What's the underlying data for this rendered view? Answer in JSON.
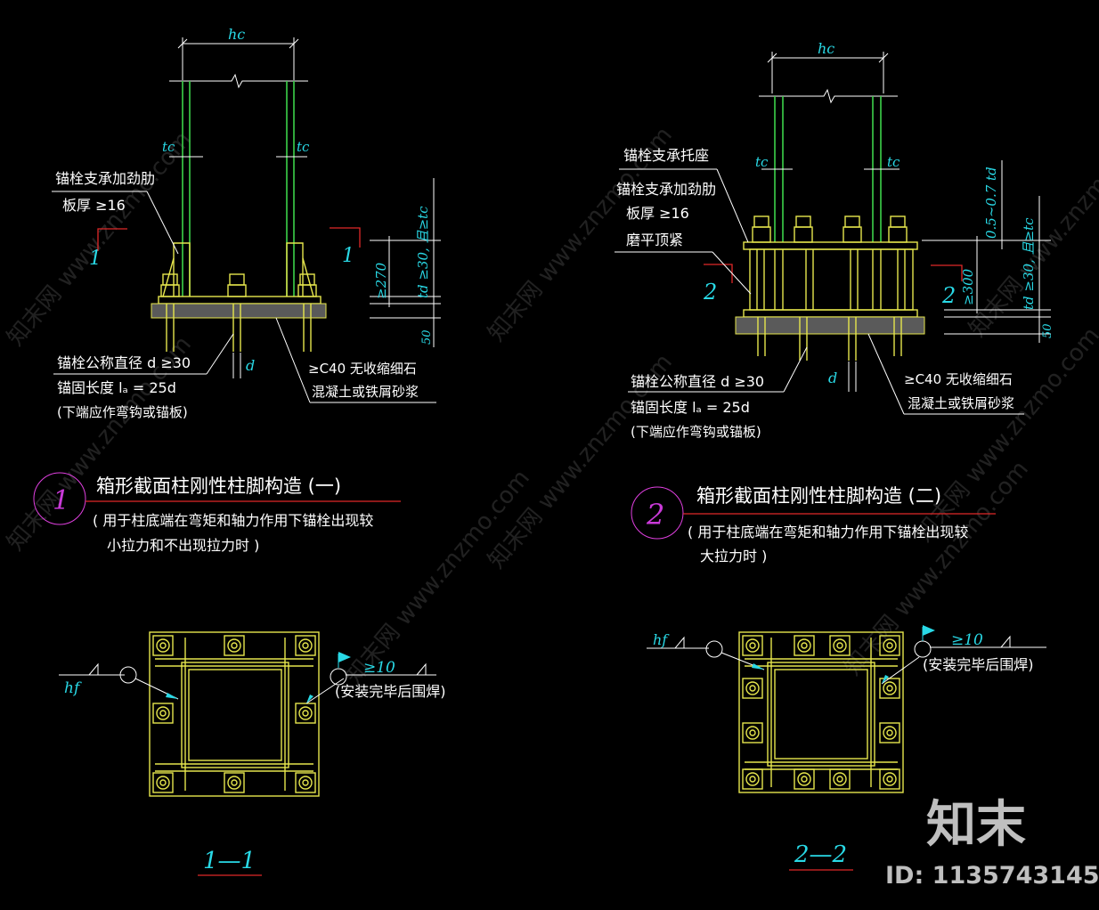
{
  "detail1": {
    "dim_hc": "hc",
    "dim_tc_left": "tc",
    "dim_tc_right": "tc",
    "stiffener_line1": "锚栓支承加劲肋",
    "stiffener_line2": "板厚 ≥16",
    "section_mark_left": "1",
    "section_mark_right": "1",
    "dim_270": "≥270",
    "dim_td": "td ≥30, 且≥tc",
    "dim_50": "50",
    "dim_d": "d",
    "bolt_line1": "锚栓公称直径 d ≥30",
    "bolt_line2": "锚固长度 lₐ = 25d",
    "bolt_line3": "(下端应作弯钩或锚板)",
    "grout_line1": "≥C40 无收缩细石",
    "grout_line2": "混凝土或铁屑砂浆",
    "number": "1",
    "title": "箱形截面柱刚性柱脚构造 (一)",
    "subtitle1": "( 用于柱底端在弯矩和轴力作用下锚栓出现较",
    "subtitle2": "小拉力和不出现拉力时 )"
  },
  "detail2": {
    "dim_hc": "hc",
    "dim_tc_left": "tc",
    "dim_tc_right": "tc",
    "seat_label": "锚栓支承托座",
    "stiffener_line1": "锚栓支承加劲肋",
    "stiffener_line2": "板厚 ≥16",
    "stiffener_line3": "磨平顶紧",
    "section_mark_left": "2",
    "section_mark_right": "2",
    "dim_300": "≥300",
    "dim_07": "0.5~0.7 td",
    "dim_td": "td ≥30, 且≥tc",
    "dim_50": "50",
    "dim_d": "d",
    "bolt_line1": "锚栓公称直径 d ≥30",
    "bolt_line2": "锚固长度 lₐ = 25d",
    "bolt_line3": "(下端应作弯钩或锚板)",
    "grout_line1": "≥C40 无收缩细石",
    "grout_line2": "混凝土或铁屑砂浆",
    "number": "2",
    "title": "箱形截面柱刚性柱脚构造 (二)",
    "subtitle1": "( 用于柱底端在弯矩和轴力作用下锚栓出现较",
    "subtitle2": "大拉力时 )"
  },
  "plan1": {
    "weld_hf": "hf",
    "weld_10": "≥10",
    "weld_note": "(安装完毕后围焊)",
    "section_label": "1—1"
  },
  "plan2": {
    "weld_hf": "hf",
    "weld_10": "≥10",
    "weld_note": "(安装完毕后围焊)",
    "section_label": "2—2"
  },
  "watermark": {
    "logo": "知末",
    "id": "ID: 1135743145",
    "diag_text": "知末网 www.znzmo.com"
  },
  "colors": {
    "background": "#000000",
    "outline": "#e6e64d",
    "column": "#3cd24a",
    "dimension": "#29d9e6",
    "leader": "#ffffff",
    "section_mark": "#e02828",
    "number_circle": "#c93ad8"
  }
}
